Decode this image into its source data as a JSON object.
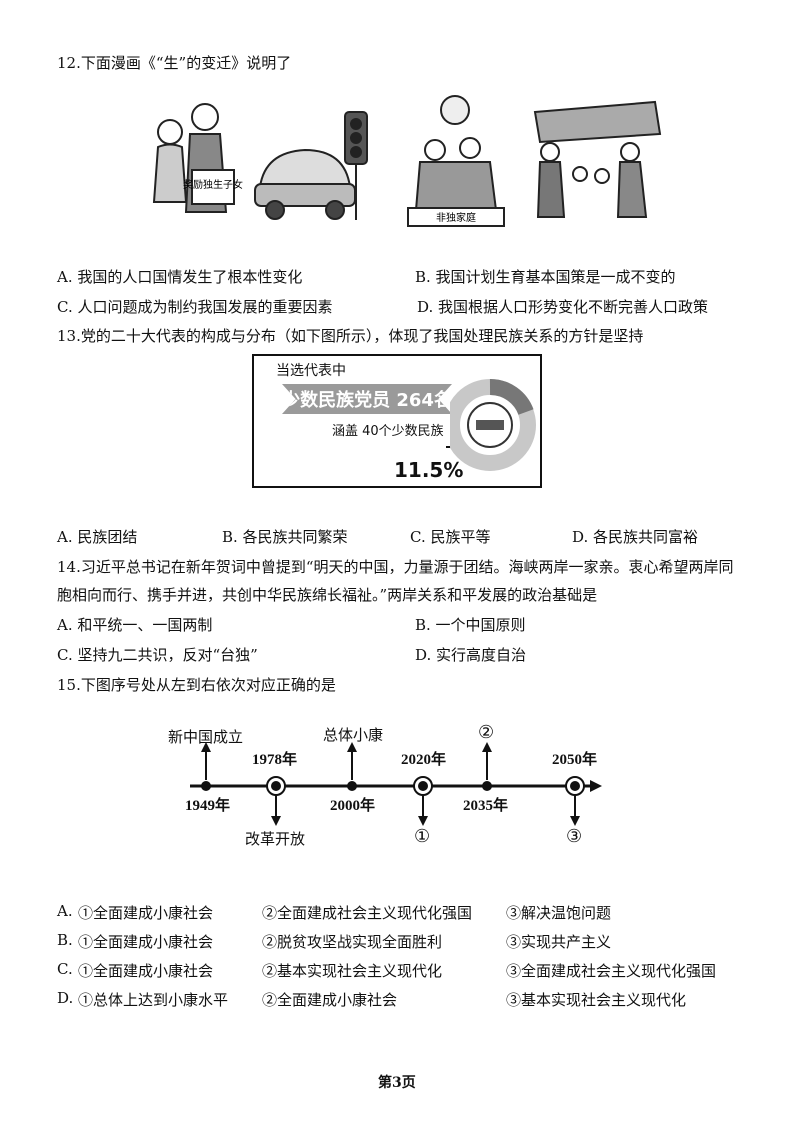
{
  "q12": {
    "stem": "12.下面漫画《“生”的变迁》说明了",
    "cartoon_texts": [
      "奖励独生子女",
      "非独家庭"
    ],
    "options": [
      {
        "label": "A. 我国的人口国情发生了根本性变化"
      },
      {
        "label": "B. 我国计划生育基本国策是一成不变的"
      },
      {
        "label": "C. 人口问题成为制约我国发展的重要因素"
      },
      {
        "label": "D. 我国根据人口形势变化不断完善人口政策"
      }
    ]
  },
  "q13": {
    "stem": "13.党的二十大代表的构成与分布（如下图所示），体现了我国处理民族关系的方针是坚持",
    "panel": {
      "top": "当选代表中",
      "headline": "少数民族党员 264名",
      "sub": "涵盖 40个少数民族",
      "percent": "11.5%"
    },
    "options": [
      {
        "label": "A. 民族团结"
      },
      {
        "label": "B. 各民族共同繁荣"
      },
      {
        "label": "C. 民族平等"
      },
      {
        "label": "D. 各民族共同富裕"
      }
    ]
  },
  "q14": {
    "stem_line1": "14.习近平总书记在新年贺词中曾提到“明天的中国，力量源于团结。海峡两岸一家亲。衷心希望两岸同",
    "stem_line2": "胞相向而行、携手并进，共创中华民族绵长福祉。”两岸关系和平发展的政治基础是",
    "options": [
      {
        "label": "A. 和平统一、一国两制"
      },
      {
        "label": "B. 一个中国原则"
      },
      {
        "label": "C. 坚持九二共识，反对“台独”"
      },
      {
        "label": "D. 实行高度自治"
      }
    ]
  },
  "q15": {
    "stem": "15.下图序号处从左到右依次对应正确的是",
    "timeline": {
      "events": [
        {
          "year": "1949年",
          "label": "新中国成立"
        },
        {
          "year": "1978年",
          "label": "改革开放"
        },
        {
          "year": "2000年",
          "label": "总体小康"
        },
        {
          "year": "2020年",
          "label": "①"
        },
        {
          "year": "2035年",
          "label": "②"
        },
        {
          "year": "2050年",
          "label": "③"
        }
      ]
    },
    "options": [
      {
        "letter": "A.",
        "c1": "①全面建成小康社会",
        "c2": "②全面建成社会主义现代化强国",
        "c3": "③解决温饱问题"
      },
      {
        "letter": "B.",
        "c1": "①全面建成小康社会",
        "c2": "②脱贫攻坚战实现全面胜利",
        "c3": "③实现共产主义"
      },
      {
        "letter": "C.",
        "c1": "①全面建成小康社会",
        "c2": "②基本实现社会主义现代化",
        "c3": "③全面建成社会主义现代化强国"
      },
      {
        "letter": "D.",
        "c1": "①总体上达到小康水平",
        "c2": "②全面建成小康社会",
        "c3": "③基本实现社会主义现代化"
      }
    ]
  },
  "footer": {
    "page": "第3页"
  }
}
